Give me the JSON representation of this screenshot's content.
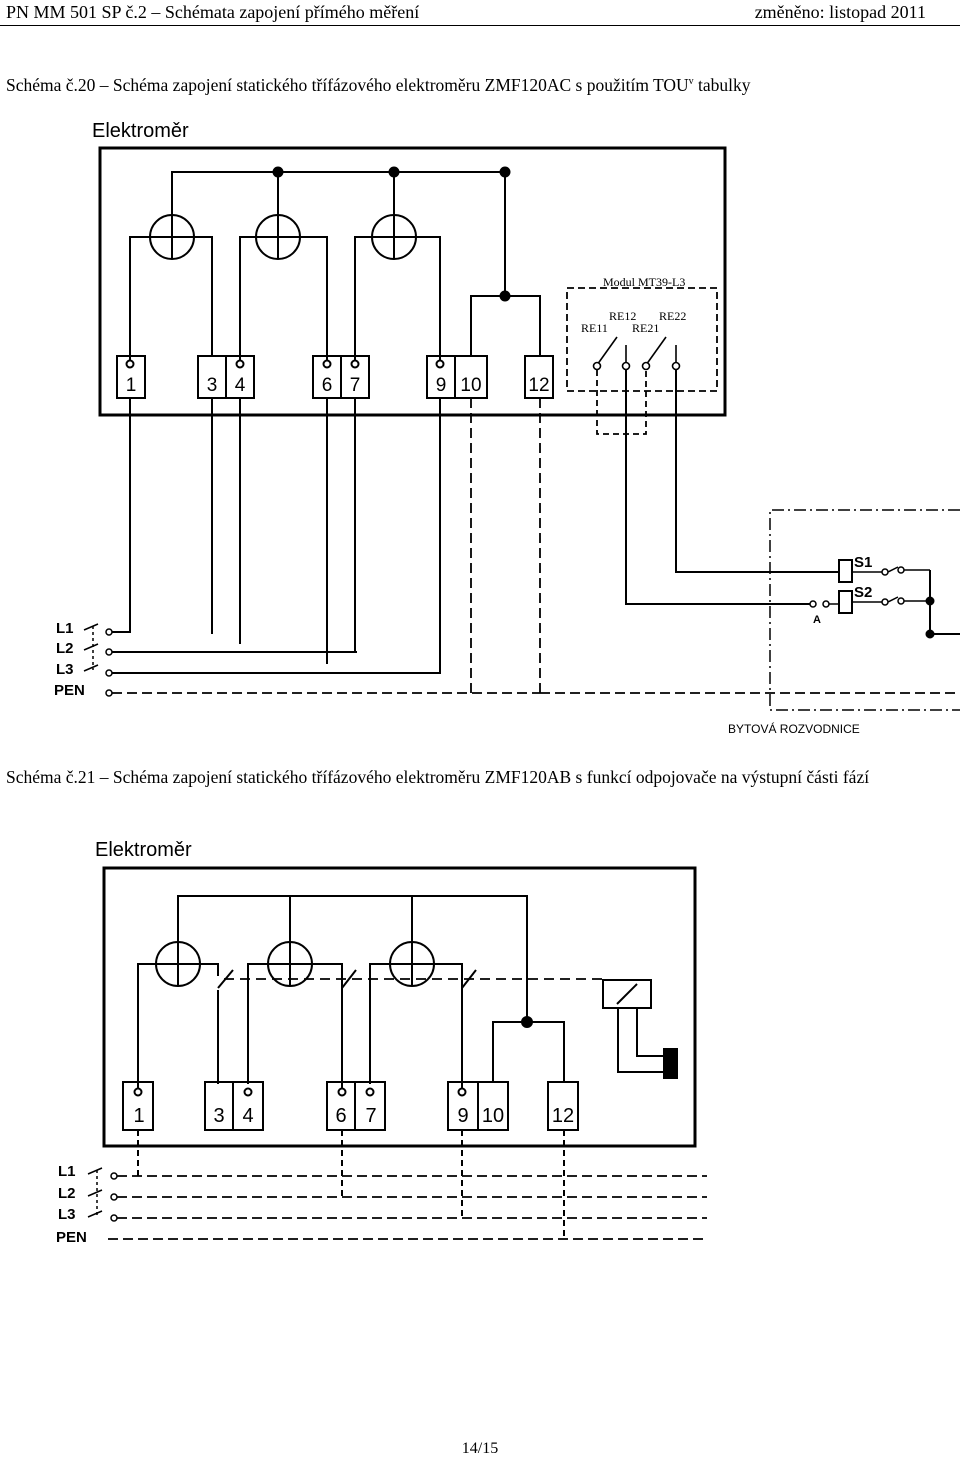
{
  "header": {
    "left": "PN MM 501 SP č.2 – Schémata zapojení přímého měření",
    "right": "změněno: listopad 2011"
  },
  "schema20": {
    "caption": "Schéma č.20 – Schéma zapojení statického třífázového elektroměru ZMF120AC s použitím TOU",
    "caption_sup": "v",
    "caption_tail": " tabulky",
    "meter_label": "Elektroměr",
    "terminals": [
      "1",
      "3",
      "4",
      "6",
      "7",
      "9",
      "10",
      "12"
    ],
    "module_label": "Modul MT39-L3",
    "relays": [
      "RE12",
      "RE22",
      "RE11",
      "RE21"
    ],
    "lines": [
      "L1",
      "L2",
      "L3",
      "PEN"
    ],
    "switches": [
      "S1",
      "S2"
    ],
    "point_a": "A",
    "panel_label": "BYTOVÁ ROZVODNICE"
  },
  "schema21": {
    "caption": "Schéma č.21 – Schéma zapojení statického třífázového elektroměru ZMF120AB s funkcí odpojovače na výstupní části fází",
    "meter_label": "Elektroměr",
    "terminals": [
      "1",
      "3",
      "4",
      "6",
      "7",
      "9",
      "10",
      "12"
    ],
    "lines": [
      "L1",
      "L2",
      "L3",
      "PEN"
    ]
  },
  "footer": {
    "page": "14/15"
  }
}
